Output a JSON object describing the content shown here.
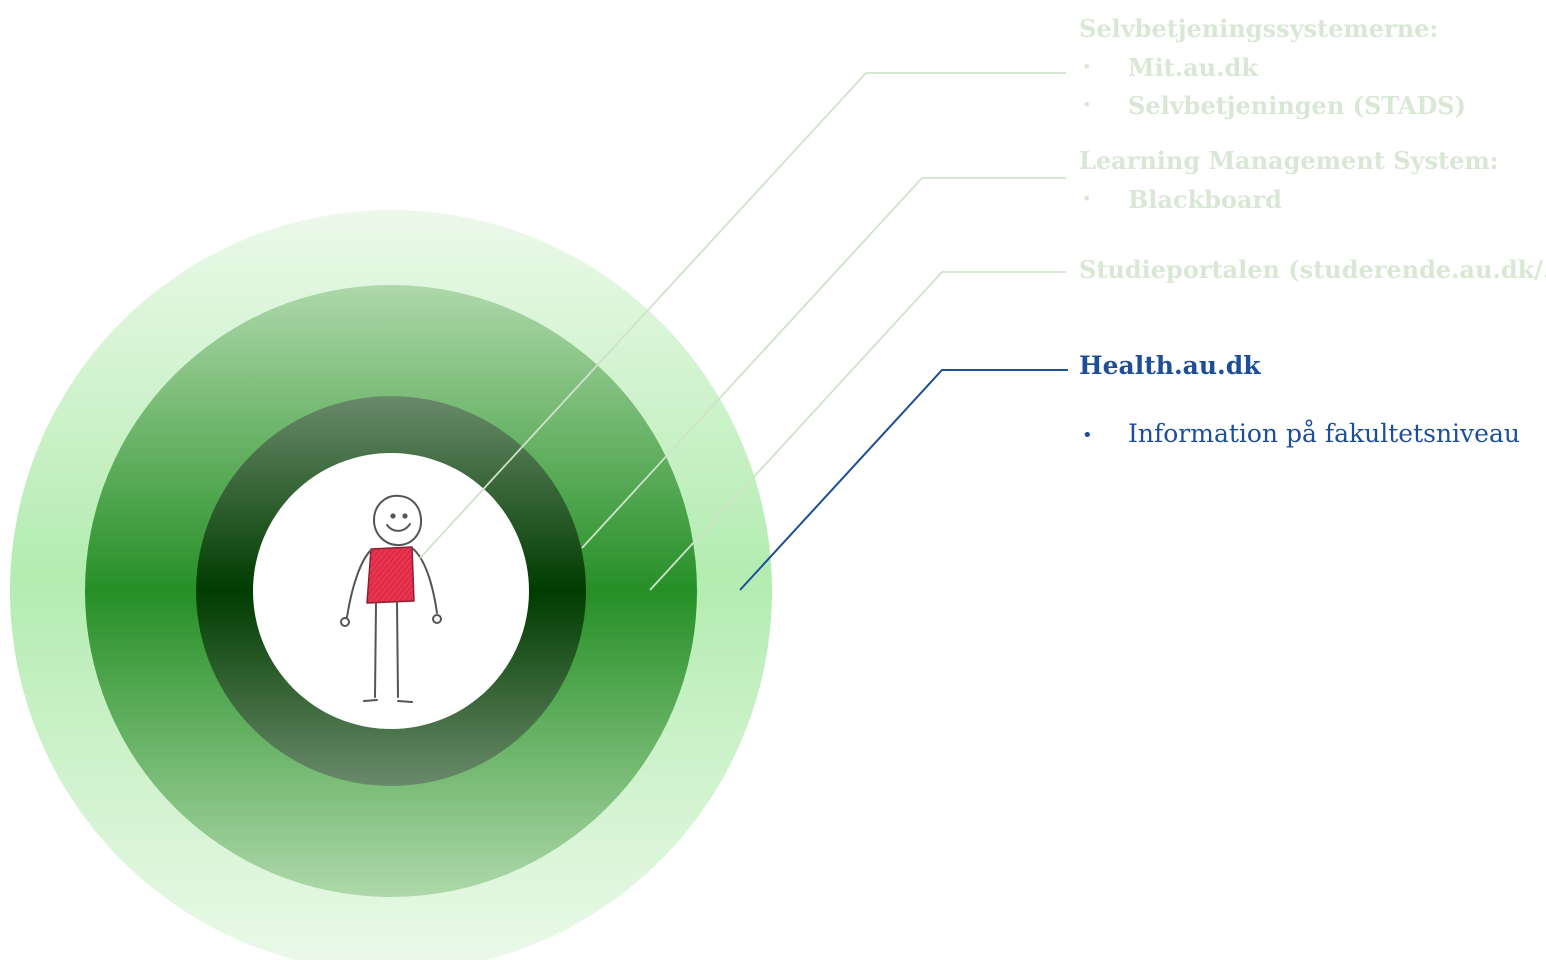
{
  "colors": {
    "outer_ring": "#b3ecb0",
    "middle_ring": "#2a8f2a",
    "inner_ring": "#003d00",
    "center": "#ffffff",
    "faded_text": "#d9e8d4",
    "active": "#1d4f99",
    "shirt": "#e8344f"
  },
  "groups": [
    {
      "title": "Selvbetjeningssystemerne:",
      "items": [
        "Mit.au.dk",
        "Selvbetjeningen (STADS)"
      ]
    },
    {
      "title": "Learning Management System:",
      "items": [
        "Blackboard"
      ]
    },
    {
      "title": "Studieportalen (studerende.au.dk/...)",
      "items": []
    }
  ],
  "active_group": {
    "title": "Health.au.dk",
    "items": [
      "Information på fakultetsniveau"
    ]
  },
  "bullet_glyph": "•",
  "center_figure": "stick-figure-icon"
}
